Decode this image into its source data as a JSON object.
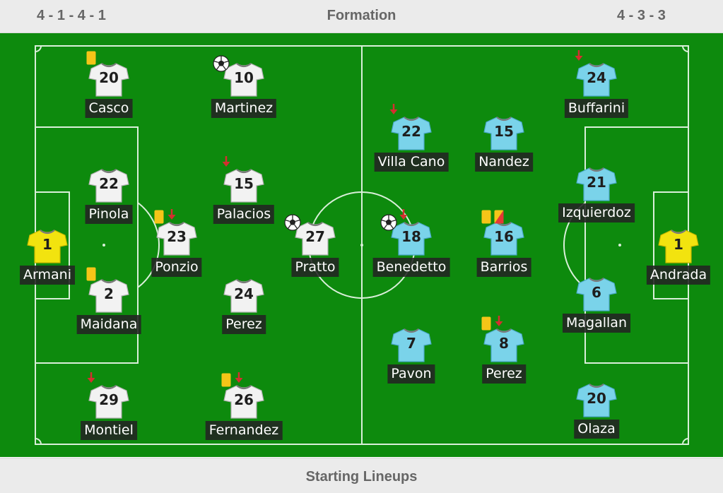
{
  "header": {
    "home_formation": "4 - 1 - 4 - 1",
    "title": "Formation",
    "away_formation": "4 - 3 - 3"
  },
  "footer": {
    "title": "Starting Lineups"
  },
  "colors": {
    "pitch": "#0d8a0d",
    "home_shirt": "#f2f2f2",
    "away_shirt": "#7ad3ea",
    "goalkeeper_shirt": "#f2e30f",
    "yellow_card": "#f5c518",
    "red_card": "#e53935",
    "sub_arrow": "#d32f2f"
  },
  "home": {
    "players": [
      {
        "number": "1",
        "name": "Armani",
        "kit": "gk",
        "events": []
      },
      {
        "number": "20",
        "name": "Casco",
        "kit": "home",
        "events": [
          "yellow-card"
        ]
      },
      {
        "number": "22",
        "name": "Pinola",
        "kit": "home",
        "events": []
      },
      {
        "number": "2",
        "name": "Maidana",
        "kit": "home",
        "events": [
          "yellow-card"
        ]
      },
      {
        "number": "29",
        "name": "Montiel",
        "kit": "home",
        "events": [
          "sub-off"
        ]
      },
      {
        "number": "23",
        "name": "Ponzio",
        "kit": "home",
        "events": [
          "yellow-card",
          "sub-off"
        ]
      },
      {
        "number": "10",
        "name": "Martinez",
        "kit": "home",
        "events": [
          "goal"
        ]
      },
      {
        "number": "15",
        "name": "Palacios",
        "kit": "home",
        "events": [
          "sub-off"
        ]
      },
      {
        "number": "24",
        "name": "Perez",
        "kit": "home",
        "events": []
      },
      {
        "number": "26",
        "name": "Fernandez",
        "kit": "home",
        "events": [
          "yellow-card",
          "sub-off"
        ]
      },
      {
        "number": "27",
        "name": "Pratto",
        "kit": "home",
        "events": [
          "goal"
        ]
      }
    ]
  },
  "away": {
    "players": [
      {
        "number": "1",
        "name": "Andrada",
        "kit": "gk",
        "events": []
      },
      {
        "number": "24",
        "name": "Buffarini",
        "kit": "away",
        "events": [
          "sub-off"
        ]
      },
      {
        "number": "21",
        "name": "Izquierdoz",
        "kit": "away",
        "events": []
      },
      {
        "number": "6",
        "name": "Magallan",
        "kit": "away",
        "events": []
      },
      {
        "number": "20",
        "name": "Olaza",
        "kit": "away",
        "events": []
      },
      {
        "number": "15",
        "name": "Nandez",
        "kit": "away",
        "events": []
      },
      {
        "number": "16",
        "name": "Barrios",
        "kit": "away",
        "events": [
          "yellow-card",
          "second-yellow-red"
        ]
      },
      {
        "number": "8",
        "name": "Perez",
        "kit": "away",
        "events": [
          "yellow-card",
          "sub-off"
        ]
      },
      {
        "number": "22",
        "name": "Villa Cano",
        "kit": "away",
        "events": [
          "sub-off"
        ]
      },
      {
        "number": "18",
        "name": "Benedetto",
        "kit": "away",
        "events": [
          "goal",
          "sub-off"
        ]
      },
      {
        "number": "7",
        "name": "Pavon",
        "kit": "away",
        "events": []
      }
    ]
  }
}
